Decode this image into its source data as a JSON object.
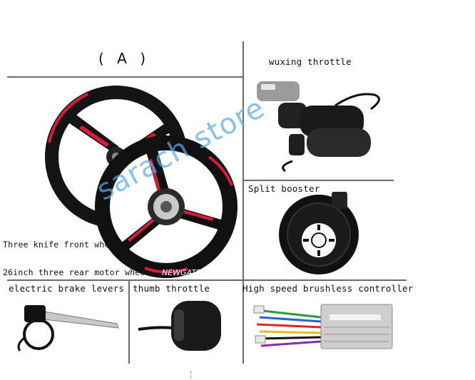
{
  "header": {
    "title": "( A )"
  },
  "panels": {
    "wheels": {
      "front_label": "Three knife front wheel",
      "rear_label": "26inch three rear motor wheel",
      "rim_text": "NEWGATE"
    },
    "throttle": {
      "label": "wuxing throttle"
    },
    "booster": {
      "label": "Split booster"
    },
    "brake": {
      "label": "electric brake levers"
    },
    "thumb": {
      "label": "thumb throttle"
    },
    "controller": {
      "label": "High speed brushless controller"
    }
  },
  "watermark": {
    "text": "sarach store",
    "color": "#5aaae6"
  },
  "colors": {
    "rim": "#111111",
    "accent": "#d81b3a",
    "divider": "#6b6b6b",
    "grip": "#1a1a1a"
  },
  "icons": [
    "wheel-icon",
    "throttle-icon",
    "pas-sensor-icon",
    "brake-lever-icon",
    "thumb-throttle-icon",
    "controller-icon"
  ]
}
